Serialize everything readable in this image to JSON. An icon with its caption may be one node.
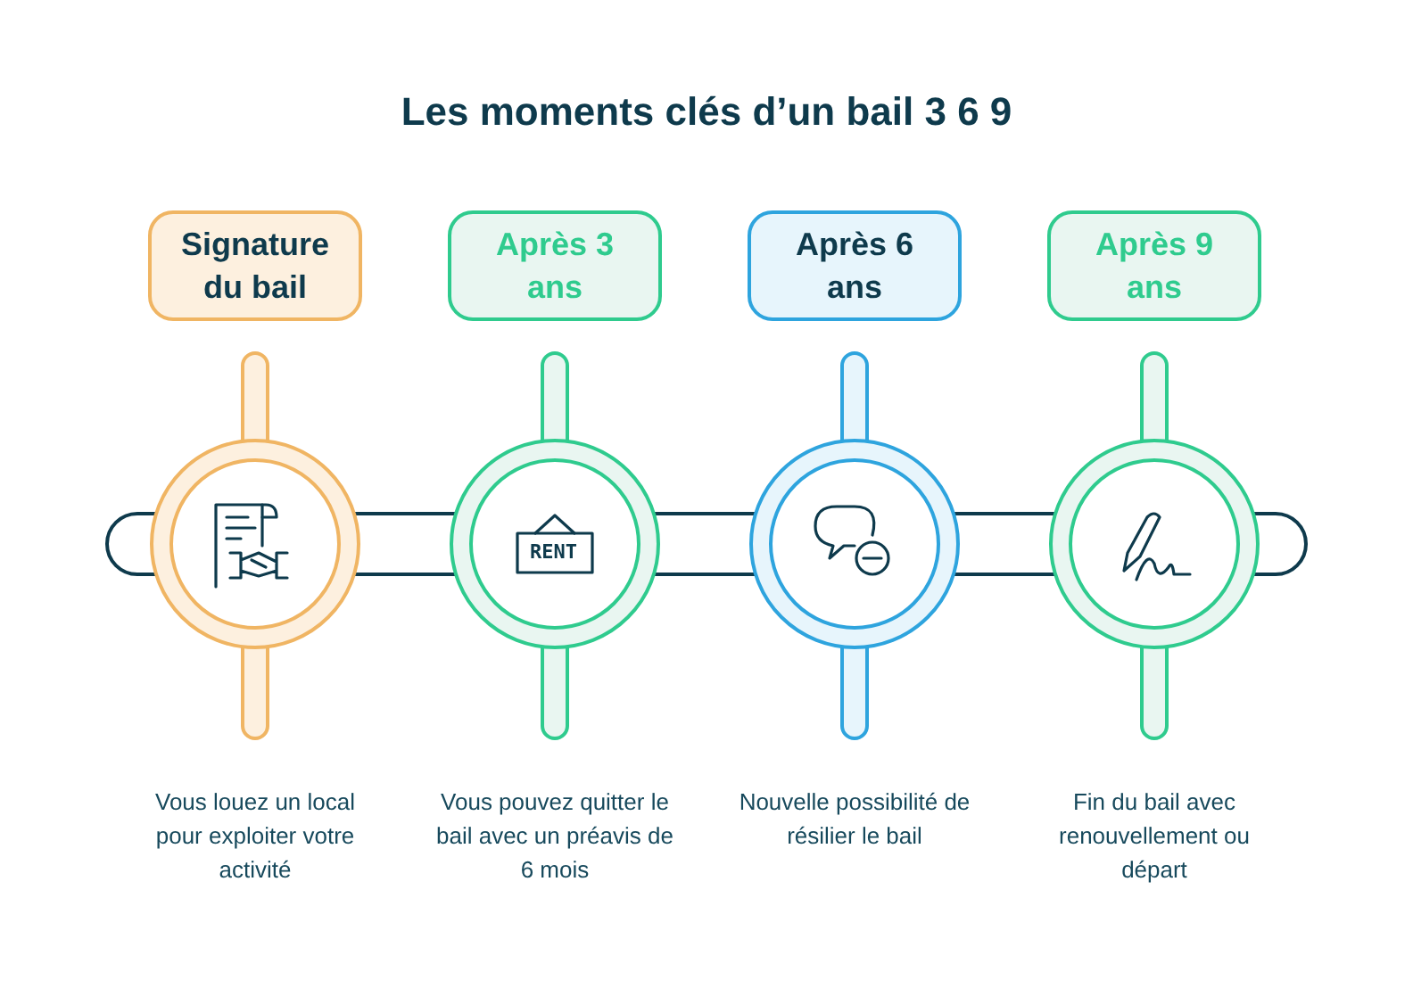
{
  "diagram": {
    "title": "Les moments clés d’un bail 3 6 9",
    "nodes": [
      {
        "text": [
          "Signature du bail"
        ]
      },
      {
        "text": [
          "Après 3 ans"
        ]
      },
      {
        "text": [
          "Après 6 ans"
        ]
      },
      {
        "text": [
          "Après 9 ans"
        ]
      }
    ],
    "edges": [],
    "labels": [
      "RENT",
      "Vous louez un local pour exploiter votre activité",
      "Vous pouvez quitter le bail avec un préavis de 6 mois",
      "Nouvelle possibilité de résilier le bail",
      "Fin du bail avec renouvellement ou départ"
    ]
  }
}
